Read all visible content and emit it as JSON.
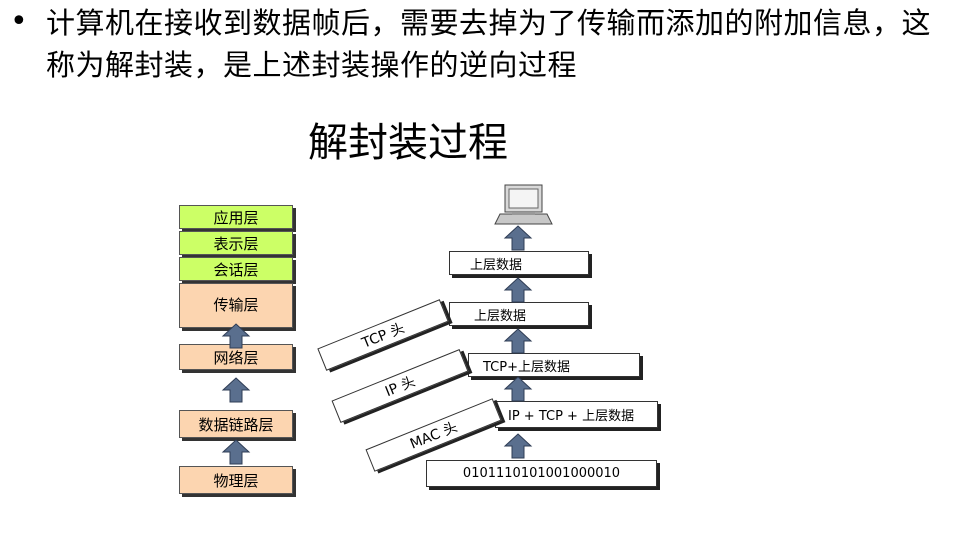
{
  "bullet_symbol": "•",
  "bullet_text": "计算机在接收到数据帧后，需要去掉为了传输而添加的附加信息，这称为解封装，是上述封装操作的逆向过程",
  "title": "解封装过程",
  "osi_layers": [
    {
      "label": "应用层",
      "color": "#ccff66"
    },
    {
      "label": "表示层",
      "color": "#ccff66"
    },
    {
      "label": "会话层",
      "color": "#ccff66"
    },
    {
      "label": "传输层",
      "color": "#fcd5b0"
    },
    {
      "label": "网络层",
      "color": "#fcd5b0"
    },
    {
      "label": "数据链路层",
      "color": "#fcd5b0"
    },
    {
      "label": "物理层",
      "color": "#fcd5b0"
    }
  ],
  "packets": [
    "上层数据",
    "上层数据",
    "TCP+上层数据",
    "IP + TCP + 上层数据",
    "0101110101001000010"
  ],
  "removed_headers": [
    "TCP 头",
    "IP 头",
    "MAC 头"
  ],
  "arrow_color": "#5a6f8e",
  "icons": [
    "computer-icon"
  ]
}
